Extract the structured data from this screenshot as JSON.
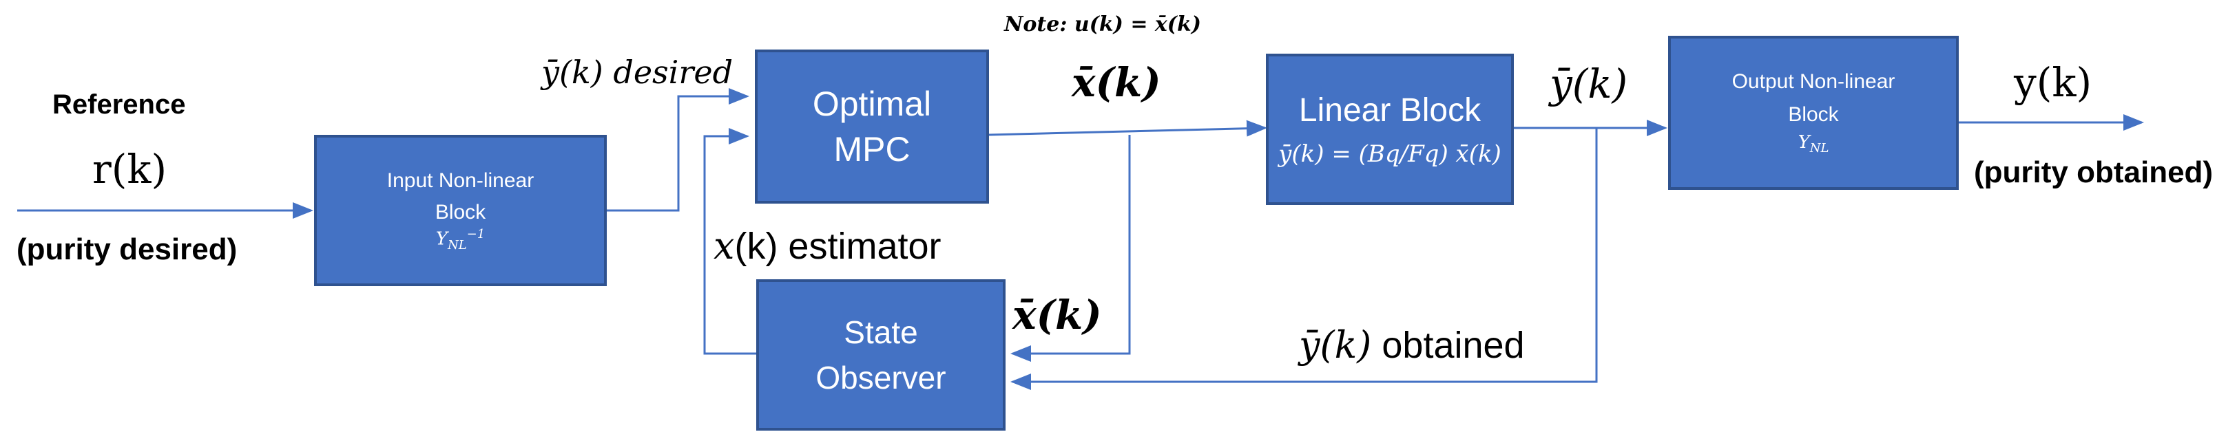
{
  "note": "Note: u(k) = x̄(k)",
  "reference": {
    "title": "Reference",
    "signal": "r(k)",
    "caption": "(purity desired)"
  },
  "input_block": {
    "line1": "Input Non-linear",
    "line2": "Block",
    "symbol": "Y_NL^-1"
  },
  "ydesired_label": "ȳ(k) desired",
  "mpc_block": {
    "line1": "Optimal",
    "line2": "MPC"
  },
  "estimator_label": {
    "var": "x",
    "rest": "(k) estimator"
  },
  "state_observer": {
    "line1": "State",
    "line2": "Observer"
  },
  "xbar_top": "x̄(k)",
  "xbar_bottom": "x̄(k)",
  "linear_block": {
    "title": "Linear Block",
    "equation": "ȳ(k) = (Bq/Fq) x̄(k)"
  },
  "ybar_label": "ȳ(k)",
  "yobtained_label": {
    "symbol": "ȳ(k)",
    "text": "obtained"
  },
  "output_block": {
    "line1": "Output Non-linear",
    "line2": "Block",
    "symbol": "Y_NL"
  },
  "output": {
    "signal": "y(k)",
    "caption": "(purity obtained)"
  },
  "colors": {
    "block_fill": "#4472C4",
    "block_border": "#2F528F",
    "arrow": "#4472C4",
    "text": "#000000"
  }
}
